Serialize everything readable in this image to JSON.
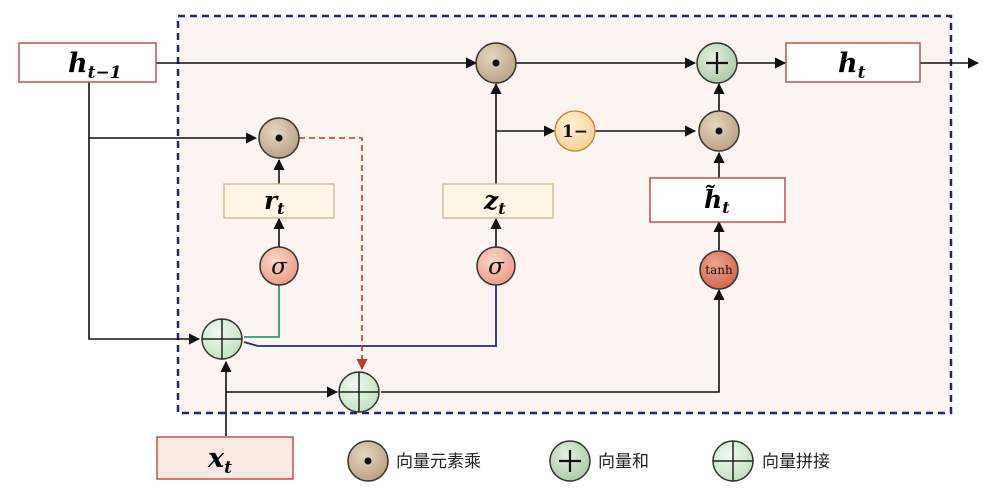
{
  "colors": {
    "region_fill": "#fbf4f0",
    "region_border": "#1d2a6b",
    "box_border_red": "#c0504d",
    "box_fill_white": "#ffffff",
    "box_fill_cream": "#fdf6e4",
    "box_border_tan": "#c8b58a",
    "box_fill_xt": "#fbe9e3",
    "mult_fill": "#c9b69d",
    "add_fill": "#cfe2cd",
    "concat_fill": "#dcefdc",
    "sigma_fill": "#f2b8a7",
    "tanh_fill": "#e0826a",
    "one_minus_fill": "#fbe2b0",
    "line_black": "#111111",
    "line_green": "#2f9a6b",
    "line_blue": "#23307a",
    "line_red_dashed": "#c03a2b"
  },
  "labels": {
    "h_prev": {
      "base": "h",
      "sub": "t−1"
    },
    "h_t": {
      "base": "h",
      "sub": "t"
    },
    "r_t": {
      "base": "r",
      "sub": "t"
    },
    "z_t": {
      "base": "z",
      "sub": "t"
    },
    "h_tilde": {
      "base": "h̃",
      "sub": "t"
    },
    "x_t": {
      "base": "x",
      "sub": "t"
    }
  },
  "nodes": {
    "sigma_symbol": "σ",
    "tanh_label": "tanh",
    "one_minus_label": "1−",
    "mult_symbol": "•",
    "add_symbol": "+"
  },
  "legend": {
    "elementwise_mult": {
      "icon": "dot-circle-icon",
      "label": "向量元素乘"
    },
    "vector_add": {
      "icon": "plus-circle-icon",
      "label": "向量和"
    },
    "vector_concat": {
      "icon": "cross-circle-icon",
      "label": "向量拼接"
    }
  }
}
